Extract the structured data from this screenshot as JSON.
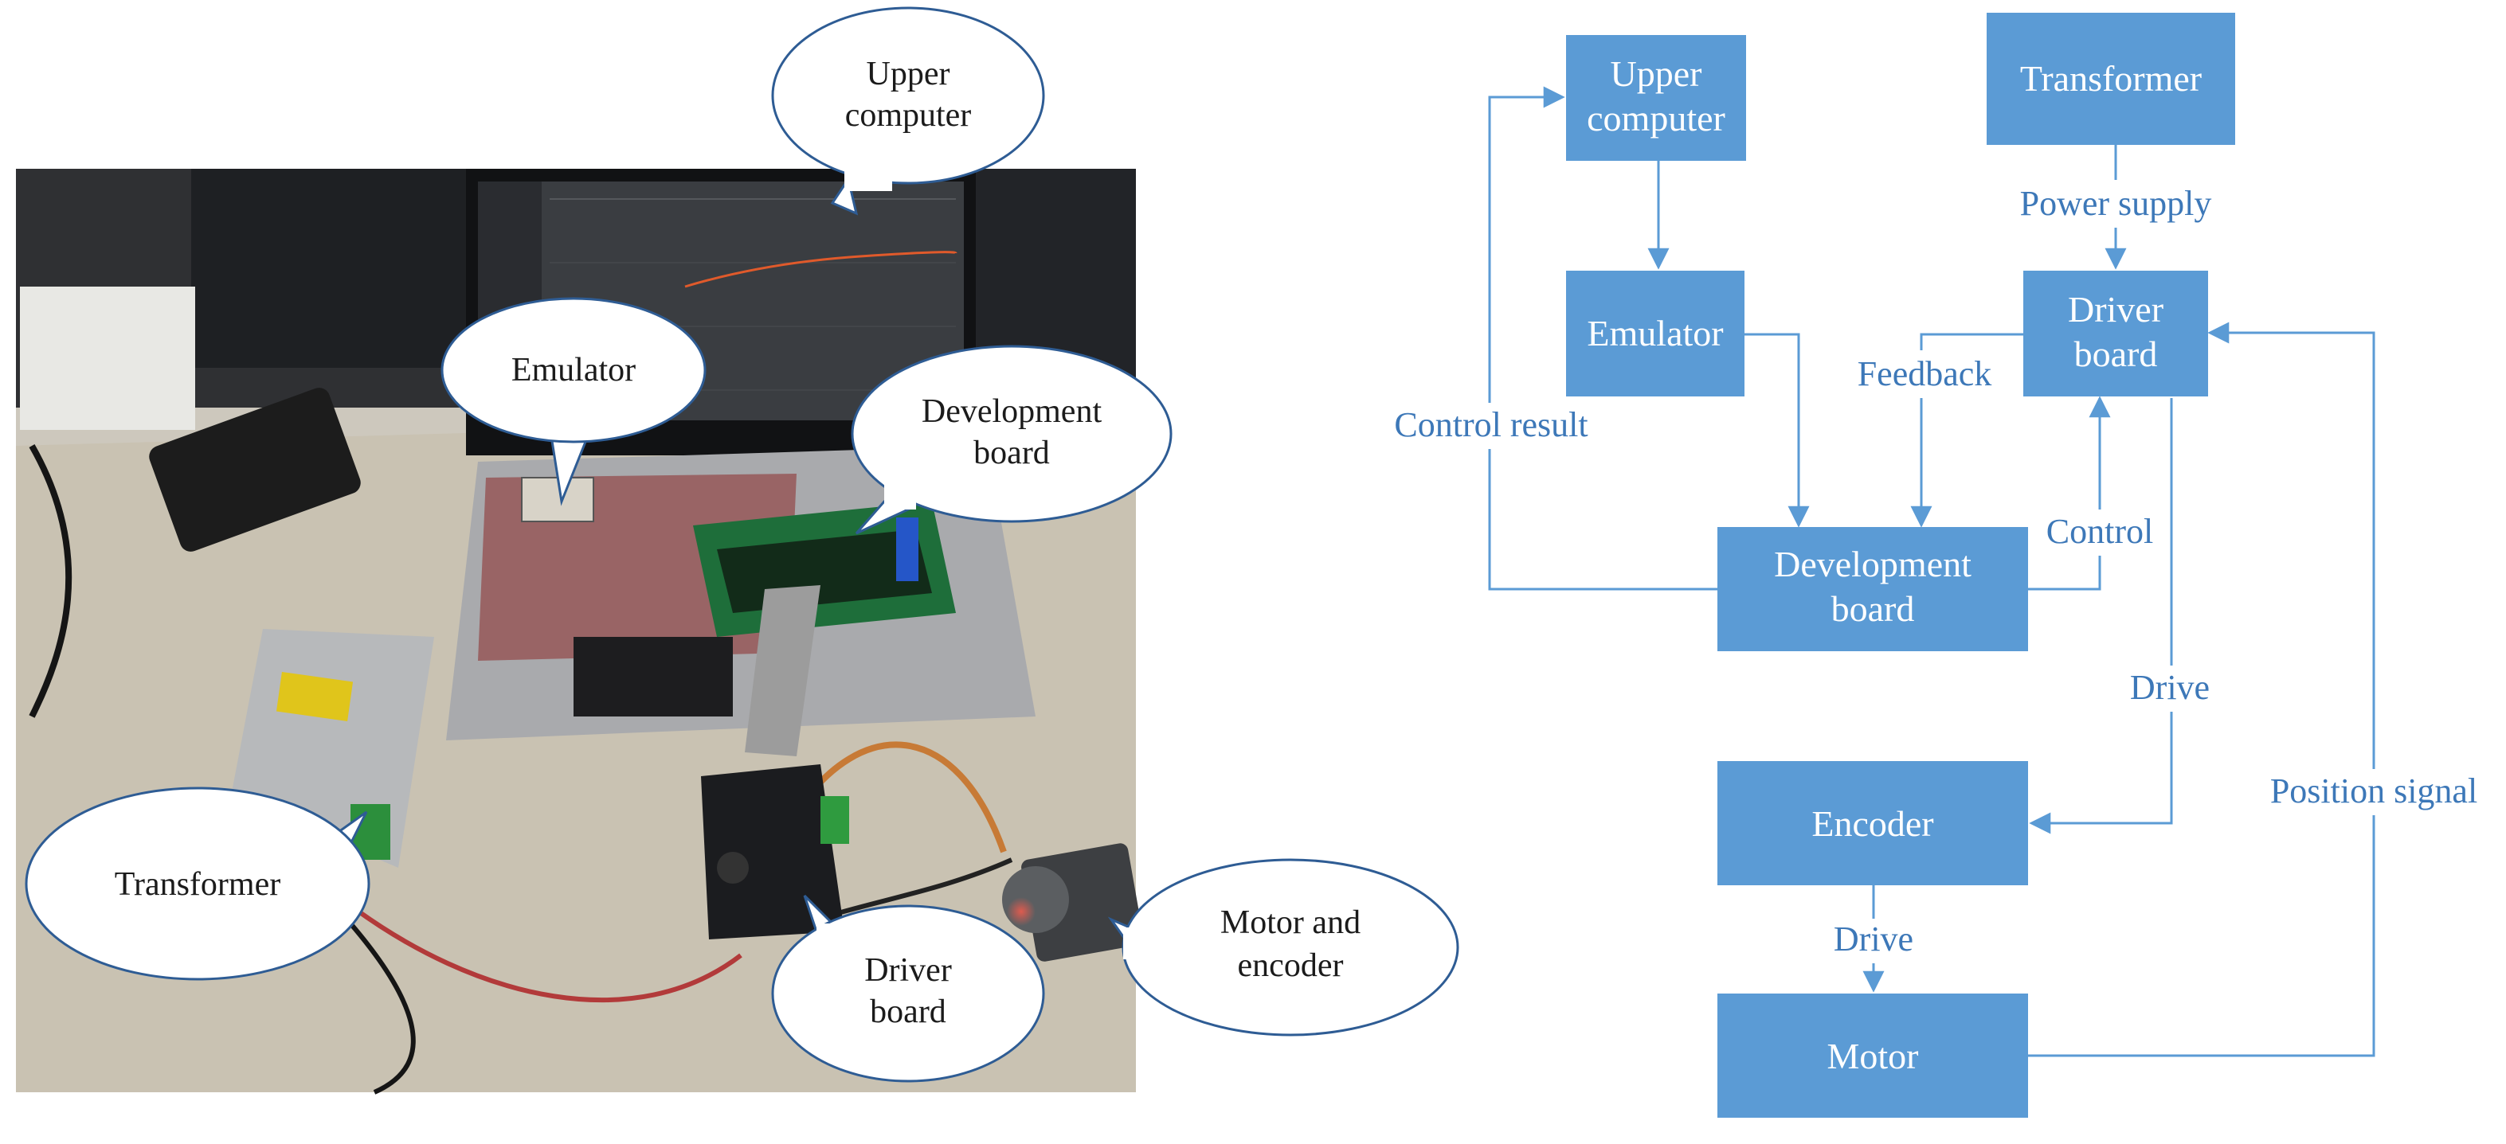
{
  "photo": {
    "callouts": {
      "upper_computer": [
        "Upper",
        "computer"
      ],
      "emulator": [
        "Emulator"
      ],
      "development_board": [
        "Development",
        "board"
      ],
      "transformer": [
        "Transformer"
      ],
      "driver_board": [
        "Driver",
        "board"
      ],
      "motor_encoder": [
        "Motor and",
        "encoder"
      ]
    }
  },
  "diagram": {
    "nodes": {
      "upper_computer": [
        "Upper",
        "computer"
      ],
      "emulator": [
        "Emulator"
      ],
      "development_board": [
        "Development",
        "board"
      ],
      "transformer": [
        "Transformer"
      ],
      "driver_board": [
        "Driver",
        "board"
      ],
      "encoder": [
        "Encoder"
      ],
      "motor": [
        "Motor"
      ]
    },
    "edge_labels": {
      "power_supply": "Power supply",
      "feedback": "Feedback",
      "control_result": "Control result",
      "control": "Control",
      "drive_driver_to_encoder": "Drive",
      "drive_encoder_to_motor": "Drive",
      "position_signal": "Position signal"
    },
    "colors": {
      "box_fill": "#5b9bd5",
      "line": "#5b9bd5",
      "label": "#3d78b8"
    }
  }
}
